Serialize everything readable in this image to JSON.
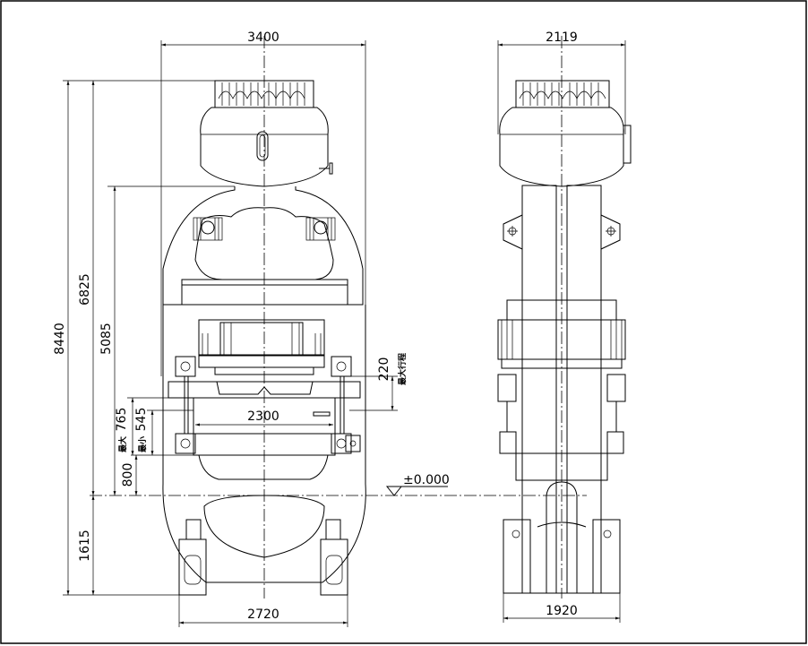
{
  "front_view": {
    "dim_width_total": "3400",
    "dim_base_width": "2720",
    "dim_table_width": "2300",
    "dim_total_height": "8440",
    "dim_height_above_floor": "6825",
    "dim_upper_height": "5085",
    "dim_pit_depth": "1615",
    "dim_table_height": "800",
    "dim_max_open": "765",
    "dim_min_shut": "545",
    "label_max_open": "最大",
    "label_min_shut": "最小",
    "dim_stroke": "220",
    "label_max_stroke": "最大行程",
    "floor_level": "±0.000"
  },
  "side_view": {
    "dim_width_total": "2119",
    "dim_base_width": "1920"
  }
}
